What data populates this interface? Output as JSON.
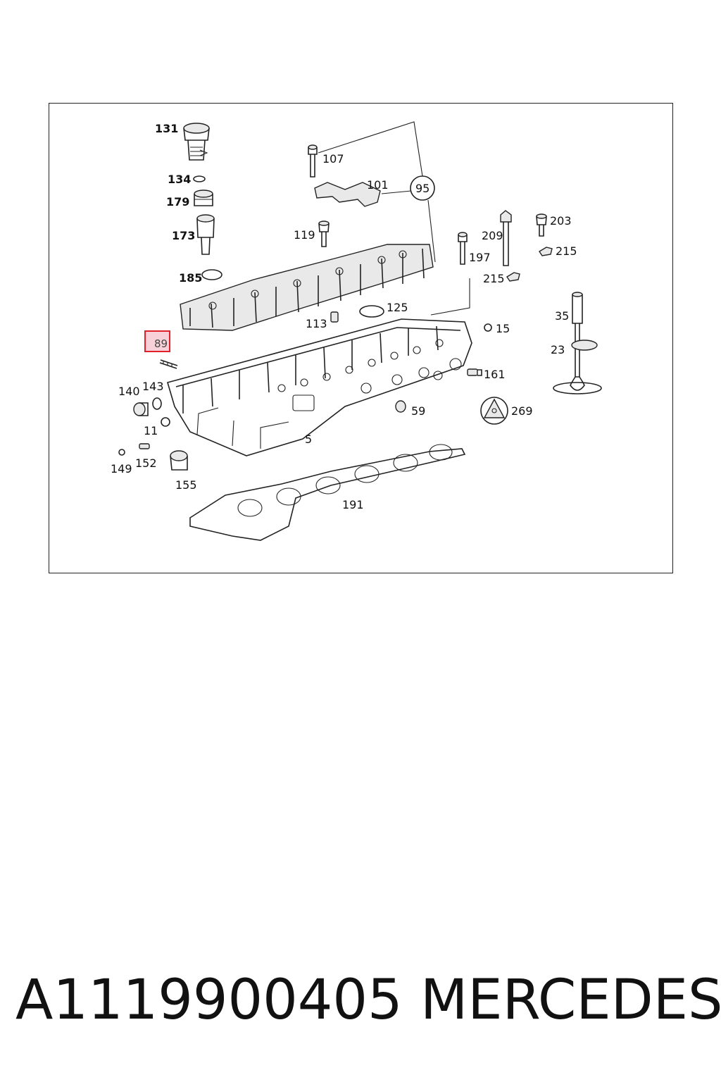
{
  "diagram": {
    "labels": {
      "l131": "131",
      "l134": "134",
      "l179": "179",
      "l173": "173",
      "l185": "185",
      "l107": "107",
      "l101": "101",
      "l95": "95",
      "l119": "119",
      "l209": "209",
      "l203": "203",
      "l215a": "215",
      "l197": "197",
      "l215b": "215",
      "l125": "125",
      "l113": "113",
      "l15": "15",
      "l35": "35",
      "l23": "23",
      "l89": "89",
      "l161": "161",
      "l140": "140",
      "l143": "143",
      "l59": "59",
      "l269": "269",
      "l11": "11",
      "l5": "5",
      "l149": "149",
      "l152": "152",
      "l155": "155",
      "l191": "191"
    },
    "highlighted_part": "89",
    "highlight_color": "#e0202a"
  },
  "footer": {
    "part_number": "A1119900405",
    "brand": "MERCEDES"
  }
}
